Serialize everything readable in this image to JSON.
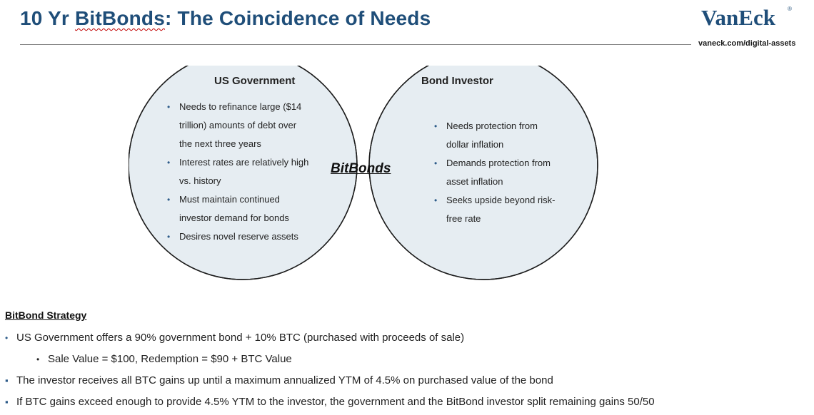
{
  "header": {
    "title_prefix": "10 Yr ",
    "title_word": "BitBonds",
    "title_suffix": ": The Coincidence of Needs",
    "logo_text": "VanEck",
    "logo_mark": "®",
    "website": "vaneck.com/digital-assets"
  },
  "venn": {
    "left_title": "US Government",
    "left_bullets": [
      "Needs to refinance large ($14",
      "trillion) amounts of debt over",
      "the next three years",
      "Interest rates are relatively high",
      "vs. history",
      "Must maintain continued",
      "investor demand for bonds",
      "Desires novel reserve assets"
    ],
    "right_title": "Bond Investor",
    "right_bullets": [
      "Needs protection from",
      "dollar inflation",
      "Demands protection from",
      "asset inflation",
      "Seeks upside beyond risk-",
      "free rate"
    ],
    "center_label": "BitBonds"
  },
  "strategy": {
    "heading": "BitBond Strategy",
    "items": [
      "US Government offers a 90% government bond + 10% BTC (purchased with proceeds of sale)",
      "Sale Value = $100, Redemption = $90 + BTC Value",
      "The investor receives all BTC gains up until a maximum annualized YTM of 4.5% on purchased value of the bond",
      "If BTC gains exceed enough to provide 4.5% YTM to the investor, the government and the BitBond investor split remaining gains 50/50"
    ]
  },
  "colors": {
    "title": "#1f4e79",
    "circle_fill": "#e6edf2",
    "overlap_fill": "#c7d8e4",
    "circle_stroke": "#1c1c1c",
    "bullet": "#2e5c8a"
  }
}
